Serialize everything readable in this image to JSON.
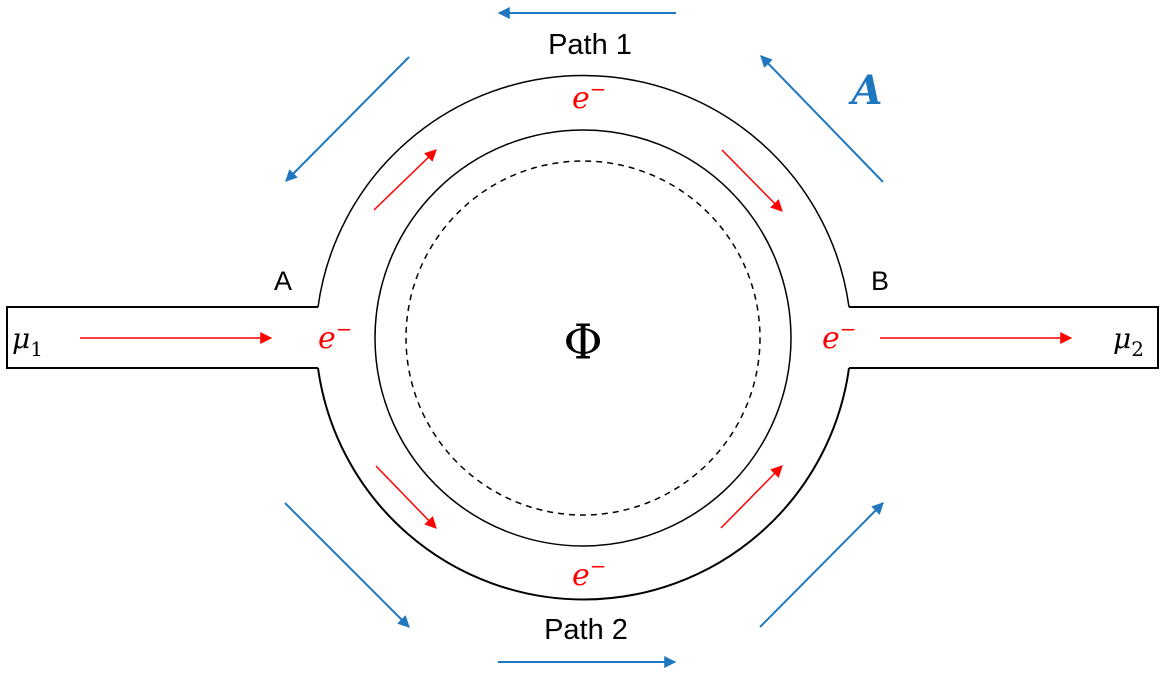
{
  "labels": {
    "path1": "Path 1",
    "path2": "Path 2",
    "junction_a": "A",
    "junction_b": "B",
    "flux": "Φ",
    "vector_potential": "A",
    "electron_base": "e",
    "electron_sup": "−",
    "mu1_base": "μ",
    "mu1_sub": "1",
    "mu2_base": "μ",
    "mu2_sub": "2"
  },
  "colors": {
    "electron": "#ff0000",
    "vector_potential": "#1f77c0",
    "line": "#000000"
  }
}
